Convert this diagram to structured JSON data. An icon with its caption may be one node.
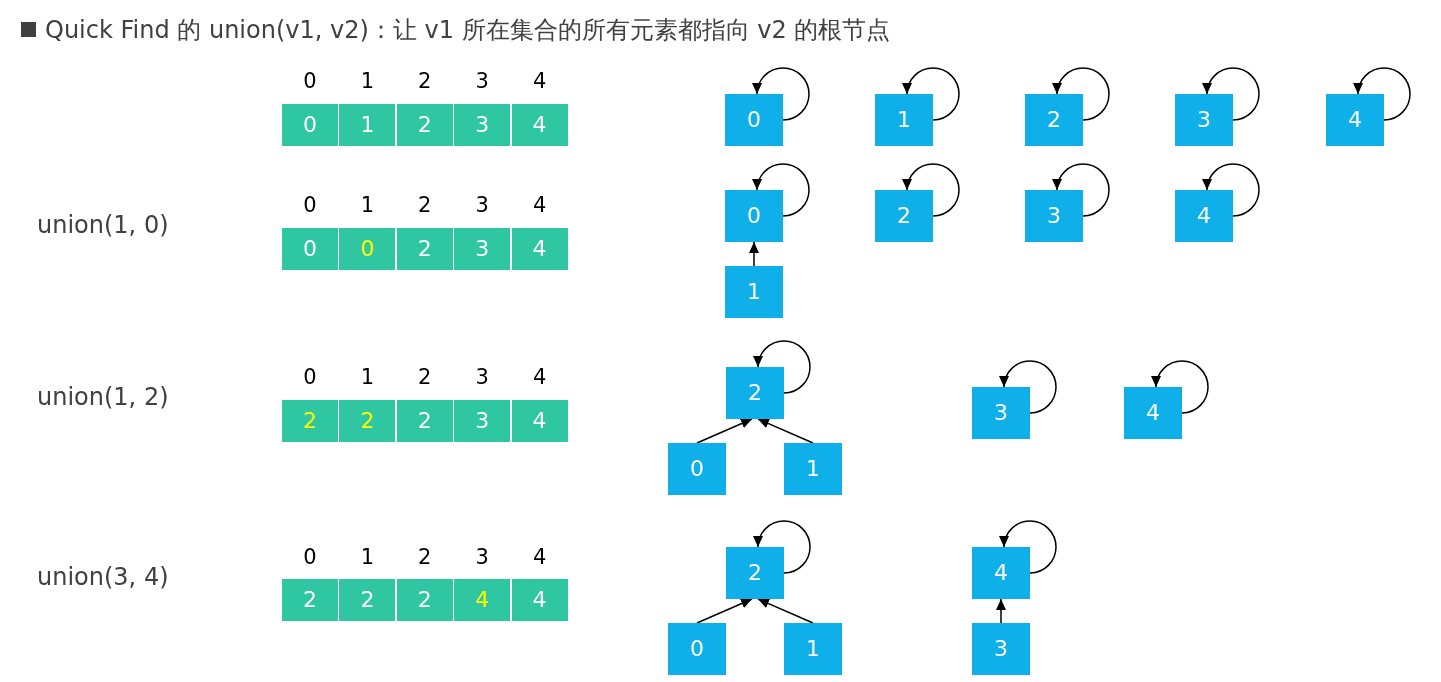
{
  "diagram": {
    "title": "Quick Find 的 union(v1, v2)：让 v1 所在集合的所有元素都指向 v2 的根节点",
    "nodes": [
      {
        "text": [
          "0"
        ]
      },
      {
        "text": [
          "1"
        ]
      },
      {
        "text": [
          "2"
        ]
      },
      {
        "text": [
          "3"
        ]
      },
      {
        "text": [
          "4"
        ]
      },
      {
        "text": [
          "0"
        ]
      },
      {
        "text": [
          "1"
        ]
      },
      {
        "text": [
          "2"
        ]
      },
      {
        "text": [
          "3"
        ]
      },
      {
        "text": [
          "4"
        ]
      },
      {
        "text": [
          "0"
        ]
      },
      {
        "text": [
          "0"
        ]
      },
      {
        "text": [
          "2"
        ]
      },
      {
        "text": [
          "3"
        ]
      },
      {
        "text": [
          "4"
        ]
      },
      {
        "text": [
          "0"
        ]
      },
      {
        "text": [
          "2"
        ]
      },
      {
        "text": [
          "3"
        ]
      },
      {
        "text": [
          "4"
        ]
      },
      {
        "text": [
          "1"
        ]
      },
      {
        "text": [
          "2"
        ]
      },
      {
        "text": [
          "2"
        ]
      },
      {
        "text": [
          "2"
        ]
      },
      {
        "text": [
          "3"
        ]
      },
      {
        "text": [
          "4"
        ]
      },
      {
        "text": [
          "2"
        ]
      },
      {
        "text": [
          "3"
        ]
      },
      {
        "text": [
          "4"
        ]
      },
      {
        "text": [
          "0"
        ]
      },
      {
        "text": [
          "1"
        ]
      },
      {
        "text": [
          "2"
        ]
      },
      {
        "text": [
          "2"
        ]
      },
      {
        "text": [
          "2"
        ]
      },
      {
        "text": [
          "4"
        ]
      },
      {
        "text": [
          "4"
        ]
      },
      {
        "text": [
          "2"
        ]
      },
      {
        "text": [
          "4"
        ]
      },
      {
        "text": [
          "0"
        ]
      },
      {
        "text": [
          "1"
        ]
      },
      {
        "text": [
          "3"
        ]
      }
    ],
    "edges": [
      {
        "from": 5,
        "to": 5,
        "arrow": "to"
      },
      {
        "from": 6,
        "to": 6,
        "arrow": "to"
      },
      {
        "from": 7,
        "to": 7,
        "arrow": "to"
      },
      {
        "from": 8,
        "to": 8,
        "arrow": "to"
      },
      {
        "from": 9,
        "to": 9,
        "arrow": "to"
      },
      {
        "from": 15,
        "to": 15,
        "arrow": "to"
      },
      {
        "from": 16,
        "to": 16,
        "arrow": "to"
      },
      {
        "from": 17,
        "to": 17,
        "arrow": "to"
      },
      {
        "from": 18,
        "to": 18,
        "arrow": "to"
      },
      {
        "from": 19,
        "to": 15,
        "arrow": "to"
      },
      {
        "from": 25,
        "to": 25,
        "arrow": "to"
      },
      {
        "from": 26,
        "to": 26,
        "arrow": "to"
      },
      {
        "from": 27,
        "to": 27,
        "arrow": "to"
      },
      {
        "from": 28,
        "to": 25,
        "arrow": "to"
      },
      {
        "from": 29,
        "to": 25,
        "arrow": "to"
      },
      {
        "from": 35,
        "to": 35,
        "arrow": "to"
      },
      {
        "from": 36,
        "to": 36,
        "arrow": "to"
      },
      {
        "from": 37,
        "to": 35,
        "arrow": "to"
      },
      {
        "from": 38,
        "to": 35,
        "arrow": "to"
      },
      {
        "from": 39,
        "to": 36,
        "arrow": "to"
      }
    ],
    "labels": [
      "0",
      "1",
      "2",
      "3",
      "4",
      "union(1, 0)",
      "0",
      "1",
      "2",
      "3",
      "4",
      "union(1, 2)",
      "0",
      "1",
      "2",
      "3",
      "4",
      "union(3, 4)",
      "0",
      "1",
      "2",
      "3",
      "4"
    ]
  }
}
